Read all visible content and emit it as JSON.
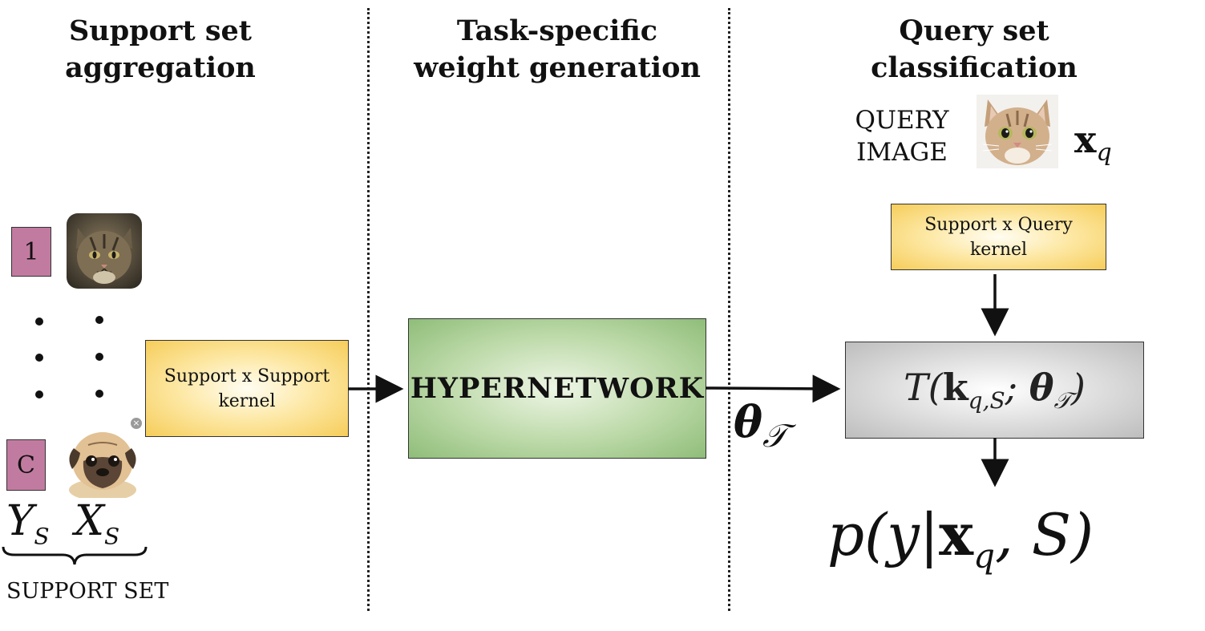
{
  "columns": {
    "support": {
      "line1": "Support set",
      "line2": "aggregation"
    },
    "weights": {
      "line1": "Task-specific",
      "line2": "weight generation"
    },
    "query": {
      "line1": "Query set",
      "line2": "classification"
    }
  },
  "support_set": {
    "first_label": "1",
    "last_label": "C",
    "ys": "Y",
    "ys_sub": "S",
    "xs": "X",
    "xs_sub": "S",
    "caption": "SUPPORT SET"
  },
  "support_kernel": {
    "line1": "Support x Support",
    "line2": "kernel"
  },
  "hypernetwork": {
    "label": "HYPERNETWORK"
  },
  "theta": {
    "symbol": "θ",
    "sub": "𝒯"
  },
  "query_image": {
    "line1": "QUERY",
    "line2": "IMAGE",
    "symbol": "x",
    "sub": "q"
  },
  "query_kernel": {
    "line1": "Support x Query",
    "line2": "kernel"
  },
  "t_box": {
    "func": "T(",
    "k": "k",
    "k_sub": "q,S",
    "sep": "; ",
    "theta": "θ",
    "theta_sub": "𝒯",
    "close": ")"
  },
  "output": {
    "p": "p(y",
    "bar": "|",
    "x": "x",
    "x_sub": "q",
    "rest": ", S)"
  },
  "colors": {
    "label_box": "#c27ba0",
    "kernel": "#f6cd5a",
    "hypernetwork": "#8fbd79",
    "t_box": "#bdbdbd"
  },
  "icons": [
    "cat-photo",
    "pug-photo",
    "query-cat-photo",
    "close-badge-icon"
  ]
}
